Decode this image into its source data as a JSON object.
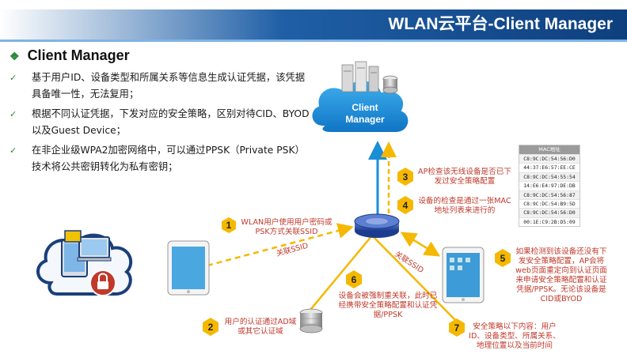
{
  "header": {
    "title": "WLAN云平台-Client Manager"
  },
  "heading": {
    "title": "Client Manager"
  },
  "bullets": [
    {
      "text": "基于用户ID、设备类型和所属关系等信息生成认证凭据，该凭据具备唯一性，无法复用；"
    },
    {
      "text": "根据不同认证凭据，下发对应的安全策略，区别对待CID、BYOD以及Guest Device；"
    },
    {
      "text": "在非企业级WPA2加密网络中，可以通过PPSK（Private PSK）技术将公共密钥转化为私有密钥；"
    }
  ],
  "cloud": {
    "line1": "Client",
    "line2": "Manager"
  },
  "ssid_labels": {
    "left": "关联SSID",
    "right": "关联SSID"
  },
  "steps": [
    {
      "num": "1",
      "text": "WLAN用户使用用户密码或PSK方式关联SSID"
    },
    {
      "num": "2",
      "text": "用户的认证通过AD域或其它认证域"
    },
    {
      "num": "3",
      "text": "AP检查该无线设备是否已下发过安全策略配置"
    },
    {
      "num": "4",
      "text": "设备的检查是通过一张MAC地址列表来进行的"
    },
    {
      "num": "5",
      "text": "如果检测到该设备还没有下发安全策略配置，AP会将web页面重定向到认证页面来申请安全策略配置和认证凭据/PPSK。无论该设备是CID或BYOD"
    },
    {
      "num": "6",
      "text": "设备会被强制重关联，此时已经携带安全策略配置和认证凭据/PPSK"
    },
    {
      "num": "7",
      "text": "安全策略以下内容：用户ID、设备类型、所属关系、地理位置以及当前时间"
    }
  ],
  "mac_table": {
    "header": "MAC地址",
    "rows": [
      "C8:9C:DC:54:56:D0",
      "44:37:E6:57:EE:CE",
      "C8:9C:DC:54:55:54",
      "14:E6:E4:97:DE:DB",
      "C8:9C:DC:54:56:87",
      "C8:9C:DC:54:B9:5D",
      "C8:9C:DC:54:56:D0",
      "00:1E:C9:2B:D5:09"
    ]
  },
  "colors": {
    "header_blue": "#1f5fa6",
    "cloud_blue": "#1a8fd6",
    "arrow_yellow": "#f5b800",
    "step_badge": "#f5b800",
    "label_red": "#c0392b",
    "check_green": "#2a8a3a"
  },
  "icons": {
    "cloud_servers": "server-stack-icon",
    "access_point": "access-point-icon",
    "ad_server": "database-icon",
    "byod_device": "byod-devices-lock-icon",
    "tablet": "tablet-icon"
  }
}
